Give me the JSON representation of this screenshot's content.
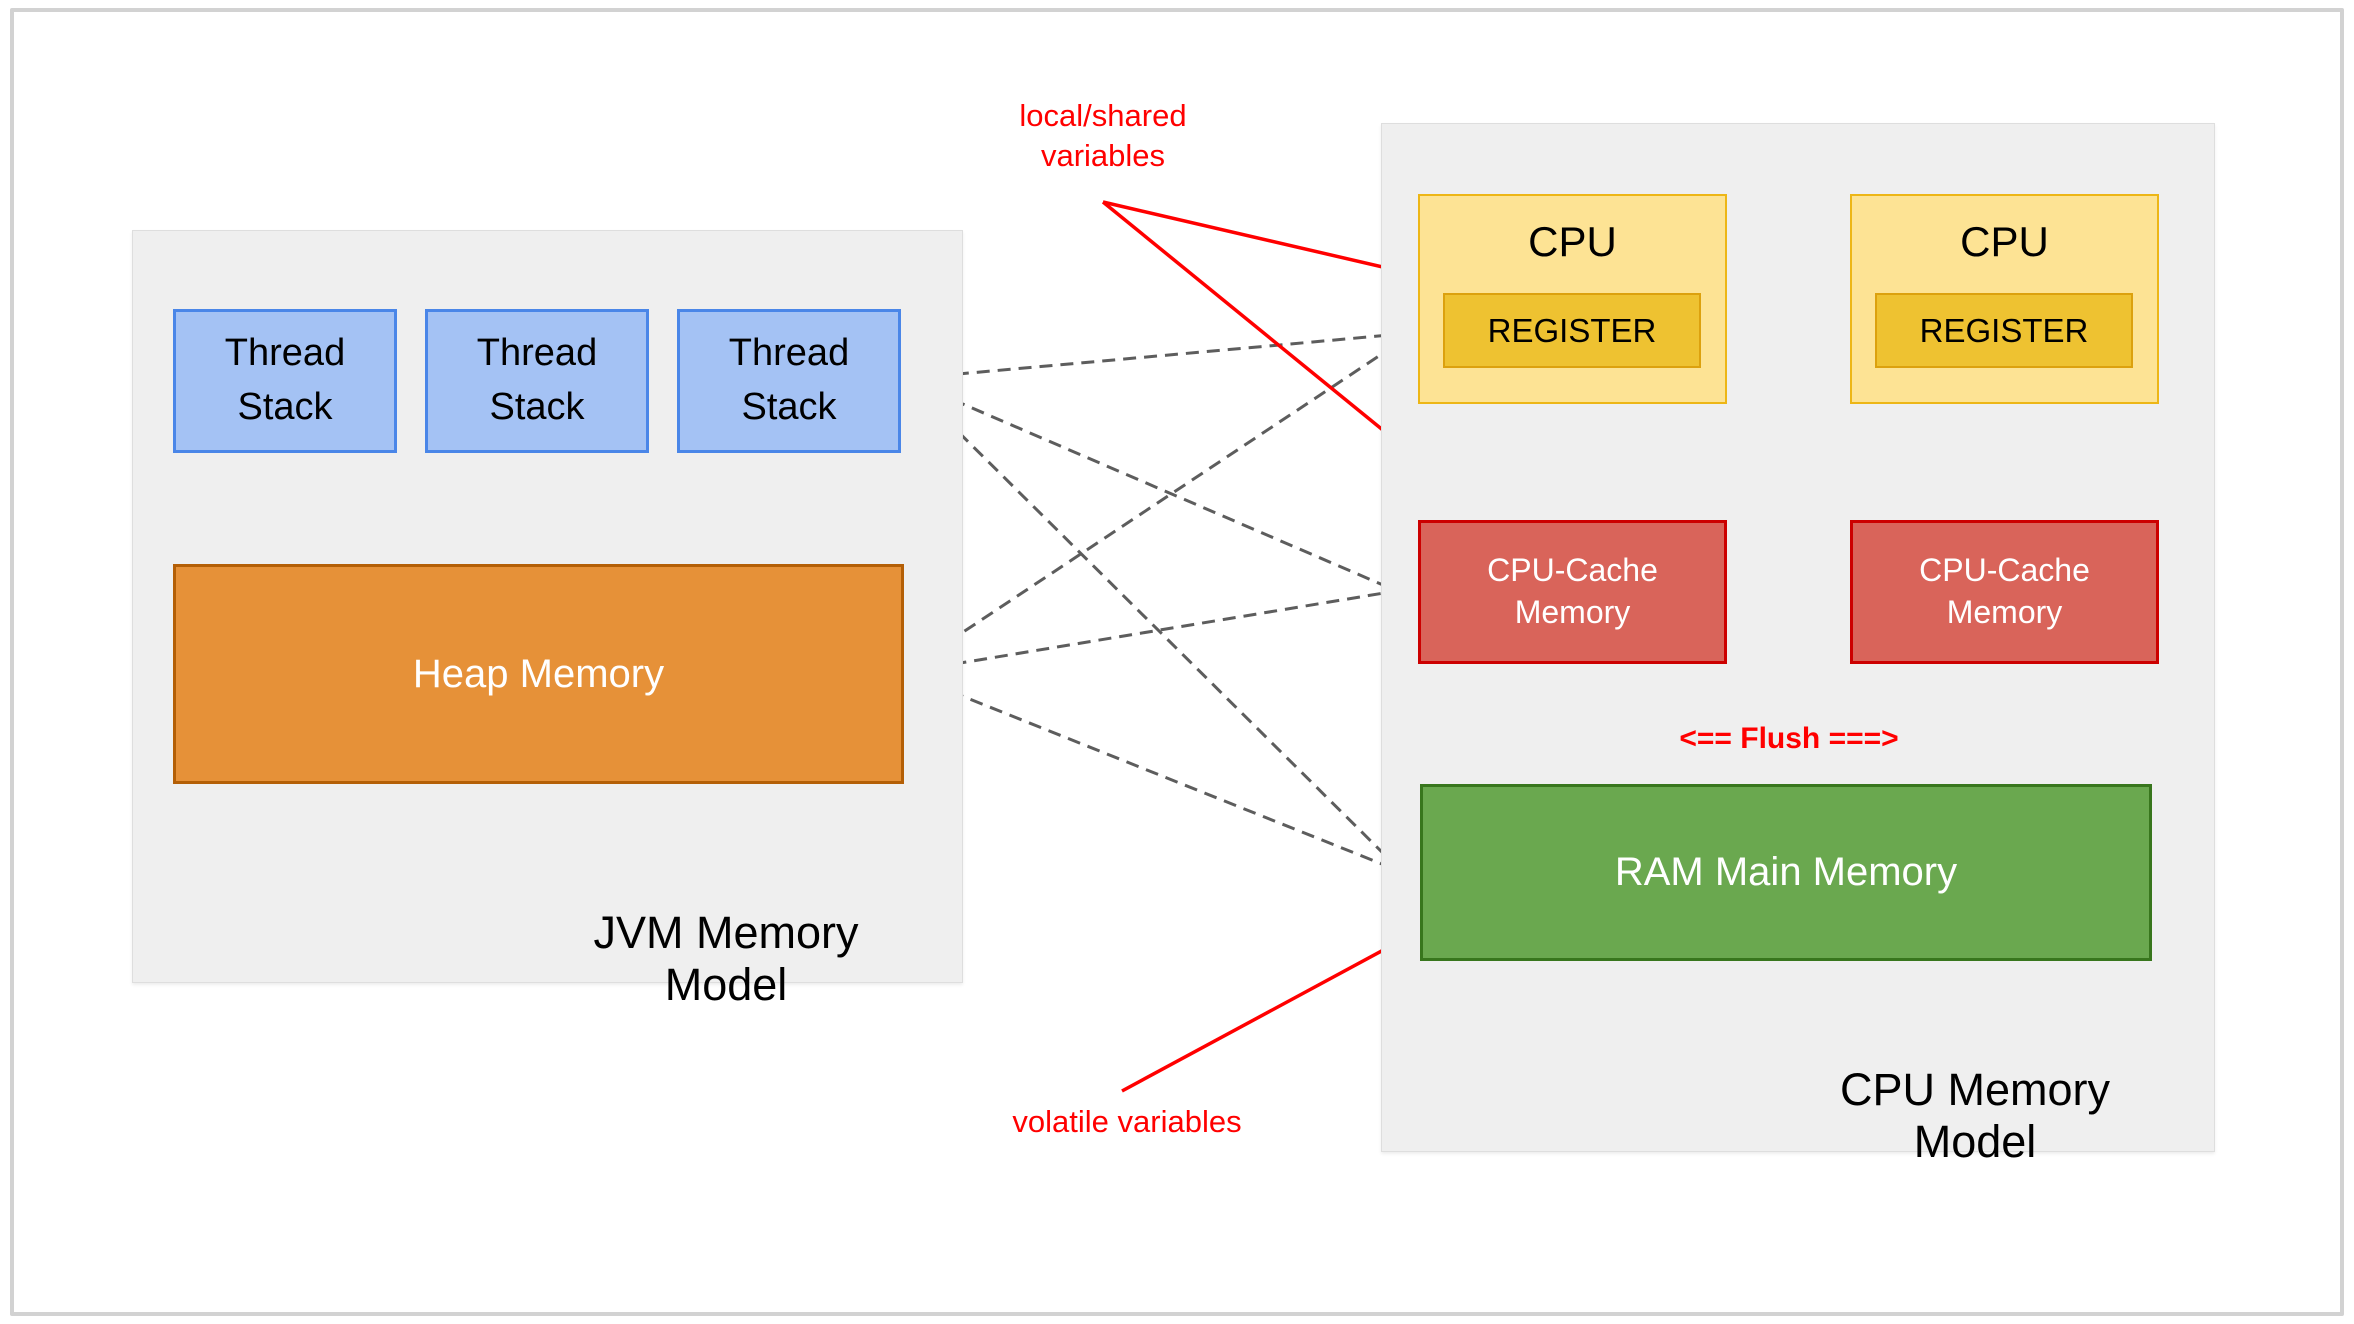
{
  "jvm_model": {
    "title": "JVM Memory Model",
    "thread_stacks": [
      "Thread Stack",
      "Thread Stack",
      "Thread Stack"
    ],
    "heap_label": "Heap Memory"
  },
  "cpu_model": {
    "title": "CPU Memory Model",
    "cpus": [
      {
        "label": "CPU",
        "register_label": "REGISTER"
      },
      {
        "label": "CPU",
        "register_label": "REGISTER"
      }
    ],
    "caches": [
      "CPU-Cache Memory",
      "CPU-Cache Memory"
    ],
    "ram_label": "RAM Main Memory",
    "flush_label": "<== Flush ===>"
  },
  "annotations": {
    "local_shared": "local/shared variables",
    "volatile_vars": "volatile variables"
  },
  "colors": {
    "page_bg": "#ffffff",
    "page_border": "#d2d2d2",
    "container_bg": "#efefef",
    "container_border": "#dedede",
    "thread_fill": "#a4c2f4",
    "thread_border": "#4a86e8",
    "heap_fill": "#e69138",
    "heap_border": "#b45f06",
    "cpu_fill": "#fde394",
    "cpu_border": "#edb616",
    "register_fill": "#eec231",
    "register_border": "#dca10e",
    "cache_fill": "#d9645a",
    "cache_border": "#cc0000",
    "ram_fill": "#6aa84f",
    "ram_border": "#38761d",
    "annotation_red": "#ff0000",
    "arrow_gray": "#5d5d5d",
    "text_dark": "#000000"
  }
}
